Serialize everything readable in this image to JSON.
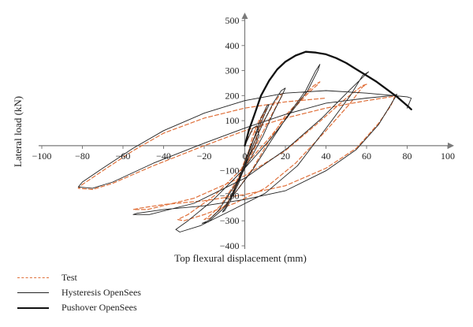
{
  "chart_data": {
    "type": "line",
    "xlabel": "Top flexural displacement (mm)",
    "ylabel": "Lateral load (kN)",
    "xlim": [
      -100,
      100
    ],
    "ylim": [
      -400,
      500
    ],
    "x_ticks": [
      -100,
      -80,
      -60,
      -40,
      -20,
      0,
      20,
      40,
      60,
      80,
      100
    ],
    "y_ticks": [
      500,
      400,
      300,
      200,
      100,
      0,
      -100,
      -200,
      -300,
      -400
    ],
    "legend_position": "bottom-left",
    "series": [
      {
        "name": "Test",
        "style": "dashed",
        "color": "#e0703a",
        "points": [
          [
            0,
            0
          ],
          [
            3,
            55
          ],
          [
            5,
            60
          ],
          [
            6,
            30
          ],
          [
            5,
            0
          ],
          [
            2,
            -40
          ],
          [
            -2,
            -120
          ],
          [
            -5,
            -175
          ],
          [
            -6,
            -180
          ],
          [
            -4,
            -150
          ],
          [
            -1,
            -90
          ],
          [
            2,
            -20
          ],
          [
            4,
            40
          ],
          [
            7,
            100
          ],
          [
            10,
            140
          ],
          [
            11,
            150
          ],
          [
            9,
            120
          ],
          [
            6,
            60
          ],
          [
            3,
            0
          ],
          [
            -2,
            -100
          ],
          [
            -6,
            -200
          ],
          [
            -9,
            -240
          ],
          [
            -10,
            -245
          ],
          [
            -8,
            -220
          ],
          [
            -4,
            -160
          ],
          [
            0,
            -80
          ],
          [
            4,
            0
          ],
          [
            8,
            80
          ],
          [
            13,
            150
          ],
          [
            17,
            200
          ],
          [
            19,
            210
          ],
          [
            17,
            180
          ],
          [
            13,
            120
          ],
          [
            8,
            40
          ],
          [
            3,
            -40
          ],
          [
            -4,
            -140
          ],
          [
            -12,
            -240
          ],
          [
            -18,
            -285
          ],
          [
            -20,
            -295
          ],
          [
            -17,
            -290
          ],
          [
            -10,
            -240
          ],
          [
            -3,
            -170
          ],
          [
            4,
            -90
          ],
          [
            12,
            20
          ],
          [
            20,
            120
          ],
          [
            28,
            190
          ],
          [
            34,
            240
          ],
          [
            37,
            255
          ],
          [
            36,
            245
          ],
          [
            30,
            200
          ],
          [
            22,
            130
          ],
          [
            12,
            30
          ],
          [
            0,
            -80
          ],
          [
            -15,
            -200
          ],
          [
            -28,
            -275
          ],
          [
            -33,
            -295
          ],
          [
            -30,
            -300
          ],
          [
            -20,
            -275
          ],
          [
            -5,
            -230
          ],
          [
            10,
            -170
          ],
          [
            25,
            -70
          ],
          [
            40,
            60
          ],
          [
            52,
            170
          ],
          [
            58,
            235
          ],
          [
            60,
            245
          ],
          [
            58,
            240
          ],
          [
            50,
            190
          ],
          [
            36,
            90
          ],
          [
            20,
            -20
          ],
          [
            0,
            -120
          ],
          [
            -25,
            -210
          ],
          [
            -48,
            -255
          ],
          [
            -55,
            -255
          ],
          [
            -52,
            -250
          ],
          [
            -40,
            -235
          ],
          [
            -20,
            -220
          ],
          [
            0,
            -195
          ],
          [
            20,
            -160
          ],
          [
            40,
            -90
          ],
          [
            55,
            -10
          ],
          [
            66,
            90
          ],
          [
            72,
            160
          ],
          [
            74,
            200
          ],
          [
            72,
            195
          ],
          [
            60,
            180
          ],
          [
            40,
            150
          ],
          [
            20,
            110
          ],
          [
            0,
            60
          ],
          [
            -20,
            0
          ],
          [
            -45,
            -80
          ],
          [
            -65,
            -150
          ],
          [
            -75,
            -175
          ],
          [
            -82,
            -170
          ],
          [
            -80,
            -155
          ],
          [
            -70,
            -100
          ],
          [
            -55,
            -20
          ],
          [
            -40,
            50
          ],
          [
            -20,
            110
          ],
          [
            0,
            150
          ],
          [
            20,
            175
          ],
          [
            40,
            190
          ]
        ]
      },
      {
        "name": "Hysteresis OpenSees",
        "style": "solid",
        "color": "#222222",
        "points": [
          [
            0,
            0
          ],
          [
            4,
            70
          ],
          [
            6,
            80
          ],
          [
            7,
            40
          ],
          [
            5,
            0
          ],
          [
            1,
            -60
          ],
          [
            -3,
            -150
          ],
          [
            -6,
            -200
          ],
          [
            -7,
            -205
          ],
          [
            -5,
            -170
          ],
          [
            -1,
            -100
          ],
          [
            2,
            -30
          ],
          [
            5,
            40
          ],
          [
            8,
            110
          ],
          [
            11,
            160
          ],
          [
            12,
            165
          ],
          [
            10,
            130
          ],
          [
            7,
            70
          ],
          [
            3,
            0
          ],
          [
            -2,
            -110
          ],
          [
            -7,
            -220
          ],
          [
            -10,
            -260
          ],
          [
            -11,
            -265
          ],
          [
            -9,
            -240
          ],
          [
            -5,
            -175
          ],
          [
            0,
            -90
          ],
          [
            4,
            0
          ],
          [
            9,
            90
          ],
          [
            14,
            170
          ],
          [
            18,
            220
          ],
          [
            20,
            230
          ],
          [
            18,
            195
          ],
          [
            14,
            130
          ],
          [
            9,
            40
          ],
          [
            3,
            -50
          ],
          [
            -5,
            -160
          ],
          [
            -13,
            -260
          ],
          [
            -18,
            -300
          ],
          [
            -21,
            -310
          ],
          [
            -18,
            -305
          ],
          [
            -11,
            -255
          ],
          [
            -4,
            -180
          ],
          [
            4,
            -95
          ],
          [
            13,
            20
          ],
          [
            22,
            130
          ],
          [
            30,
            220
          ],
          [
            35,
            300
          ],
          [
            37,
            325
          ],
          [
            36,
            300
          ],
          [
            31,
            220
          ],
          [
            23,
            135
          ],
          [
            13,
            30
          ],
          [
            0,
            -90
          ],
          [
            -16,
            -220
          ],
          [
            -28,
            -300
          ],
          [
            -34,
            -335
          ],
          [
            -32,
            -345
          ],
          [
            -22,
            -320
          ],
          [
            -7,
            -260
          ],
          [
            10,
            -190
          ],
          [
            26,
            -80
          ],
          [
            41,
            80
          ],
          [
            52,
            200
          ],
          [
            58,
            280
          ],
          [
            61,
            295
          ],
          [
            59,
            280
          ],
          [
            52,
            225
          ],
          [
            38,
            110
          ],
          [
            21,
            -10
          ],
          [
            0,
            -130
          ],
          [
            -25,
            -230
          ],
          [
            -47,
            -275
          ],
          [
            -55,
            -275
          ],
          [
            -53,
            -270
          ],
          [
            -40,
            -255
          ],
          [
            -20,
            -240
          ],
          [
            0,
            -215
          ],
          [
            20,
            -180
          ],
          [
            40,
            -100
          ],
          [
            55,
            -15
          ],
          [
            66,
            85
          ],
          [
            72,
            165
          ],
          [
            75,
            205
          ],
          [
            73,
            200
          ],
          [
            60,
            190
          ],
          [
            40,
            170
          ],
          [
            20,
            125
          ],
          [
            0,
            70
          ],
          [
            -20,
            10
          ],
          [
            -45,
            -70
          ],
          [
            -65,
            -145
          ],
          [
            -75,
            -170
          ],
          [
            -82,
            -165
          ],
          [
            -80,
            -145
          ],
          [
            -70,
            -90
          ],
          [
            -55,
            -10
          ],
          [
            -40,
            60
          ],
          [
            -20,
            130
          ],
          [
            0,
            180
          ],
          [
            20,
            210
          ],
          [
            40,
            220
          ],
          [
            60,
            210
          ],
          [
            80,
            195
          ],
          [
            82,
            190
          ],
          [
            80,
            150
          ]
        ]
      },
      {
        "name": "Pushover OpenSees",
        "style": "bold",
        "color": "#111111",
        "points": [
          [
            0,
            0
          ],
          [
            2,
            60
          ],
          [
            5,
            130
          ],
          [
            8,
            200
          ],
          [
            12,
            260
          ],
          [
            16,
            305
          ],
          [
            20,
            335
          ],
          [
            25,
            360
          ],
          [
            30,
            375
          ],
          [
            35,
            372
          ],
          [
            40,
            365
          ],
          [
            45,
            350
          ],
          [
            50,
            330
          ],
          [
            55,
            305
          ],
          [
            60,
            280
          ],
          [
            65,
            255
          ],
          [
            70,
            225
          ],
          [
            75,
            195
          ],
          [
            80,
            160
          ],
          [
            82,
            145
          ]
        ]
      }
    ]
  }
}
